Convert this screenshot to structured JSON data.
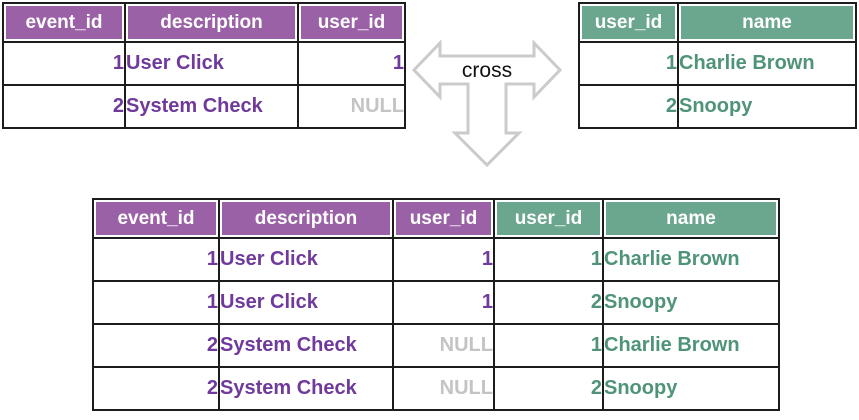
{
  "diagram": {
    "join_label": "cross",
    "arrow_icon": "three-way-arrow"
  },
  "colors": {
    "background": "#ffffff",
    "purple_header_bg": "#9b61a6",
    "purple_text": "#6f3a9c",
    "green_header_bg": "#6ba68e",
    "green_text": "#4f9478",
    "null_text": "#c4c4c4",
    "header_text": "#ffffff",
    "table_border": "#1c1c1c",
    "arrow_outline": "#cbcbcb",
    "join_label_color": "#111111"
  },
  "tables": [
    {
      "columns": [
        {
          "label": "event_id",
          "scheme": "purple",
          "align": "right"
        },
        {
          "label": "description",
          "scheme": "purple",
          "align": "left"
        },
        {
          "label": "user_id",
          "scheme": "purple",
          "align": "right"
        }
      ],
      "rows": [
        [
          "1",
          "User Click",
          "1"
        ],
        [
          "2",
          "System Check",
          "NULL"
        ]
      ]
    },
    {
      "columns": [
        {
          "label": "user_id",
          "scheme": "green",
          "align": "right"
        },
        {
          "label": "name",
          "scheme": "green",
          "align": "left"
        }
      ],
      "rows": [
        [
          "1",
          "Charlie Brown"
        ],
        [
          "2",
          "Snoopy"
        ]
      ]
    },
    {
      "columns": [
        {
          "label": "event_id",
          "scheme": "purple",
          "align": "right"
        },
        {
          "label": "description",
          "scheme": "purple",
          "align": "left"
        },
        {
          "label": "user_id",
          "scheme": "purple",
          "align": "right"
        },
        {
          "label": "user_id",
          "scheme": "green",
          "align": "right"
        },
        {
          "label": "name",
          "scheme": "green",
          "align": "left"
        }
      ],
      "rows": [
        [
          "1",
          "User Click",
          "1",
          "1",
          "Charlie Brown"
        ],
        [
          "1",
          "User Click",
          "1",
          "2",
          "Snoopy"
        ],
        [
          "2",
          "System Check",
          "NULL",
          "1",
          "Charlie Brown"
        ],
        [
          "2",
          "System Check",
          "NULL",
          "2",
          "Snoopy"
        ]
      ]
    }
  ]
}
